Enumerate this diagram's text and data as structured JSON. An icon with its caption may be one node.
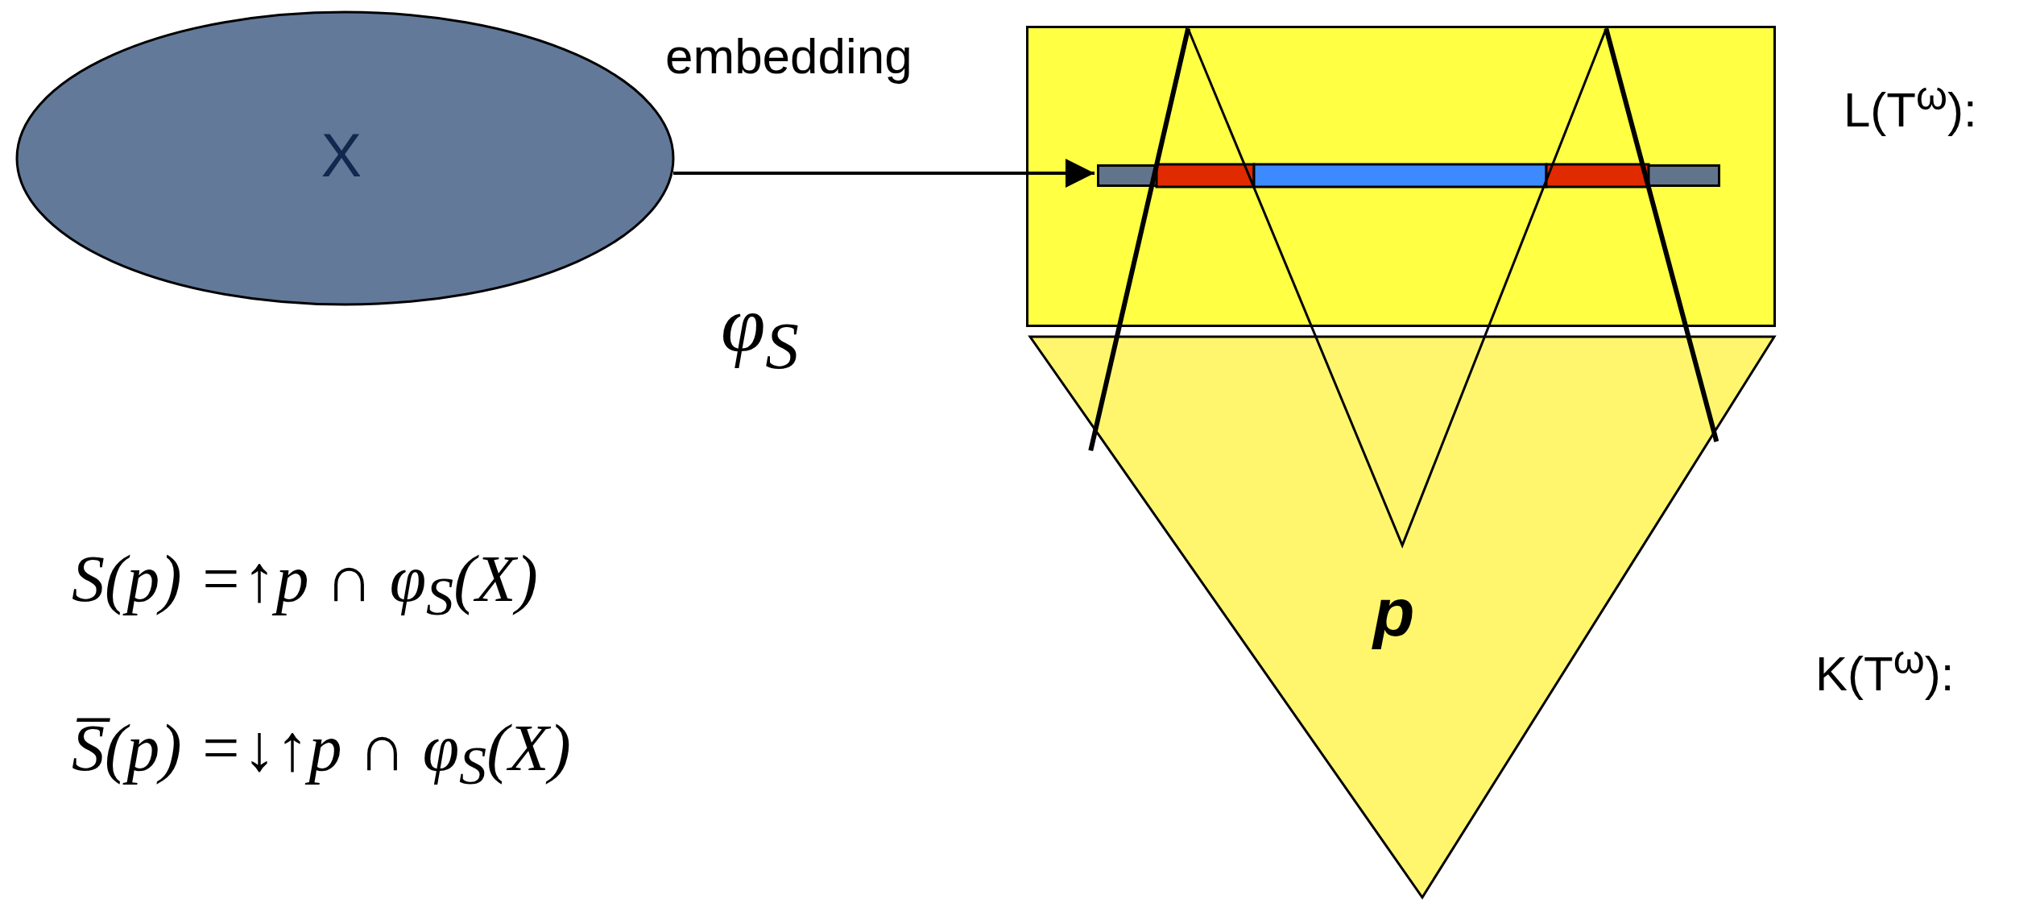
{
  "diagram": {
    "nodes": [
      {
        "text": [
          "X"
        ]
      },
      {
        "text": [],
        "shape": "box",
        "beside": [
          "L(T$^{ω}$):"
        ]
      },
      {
        "text": [],
        "shape": "bar",
        "in": 1
      },
      {
        "text": [
          "p"
        ],
        "beside": [
          "K(T$^{ω}$):"
        ]
      }
    ],
    "edges": [
      {
        "from": 0,
        "to": 2,
        "arrow": "to",
        "label": "embedding"
      }
    ],
    "labels": [
      "φ$_{S}$",
      "S(p) =↑p ∩ φ$_{S}$(X)",
      "S̅(p) =↓↑p ∩ φ$_{S}$(X)"
    ]
  }
}
